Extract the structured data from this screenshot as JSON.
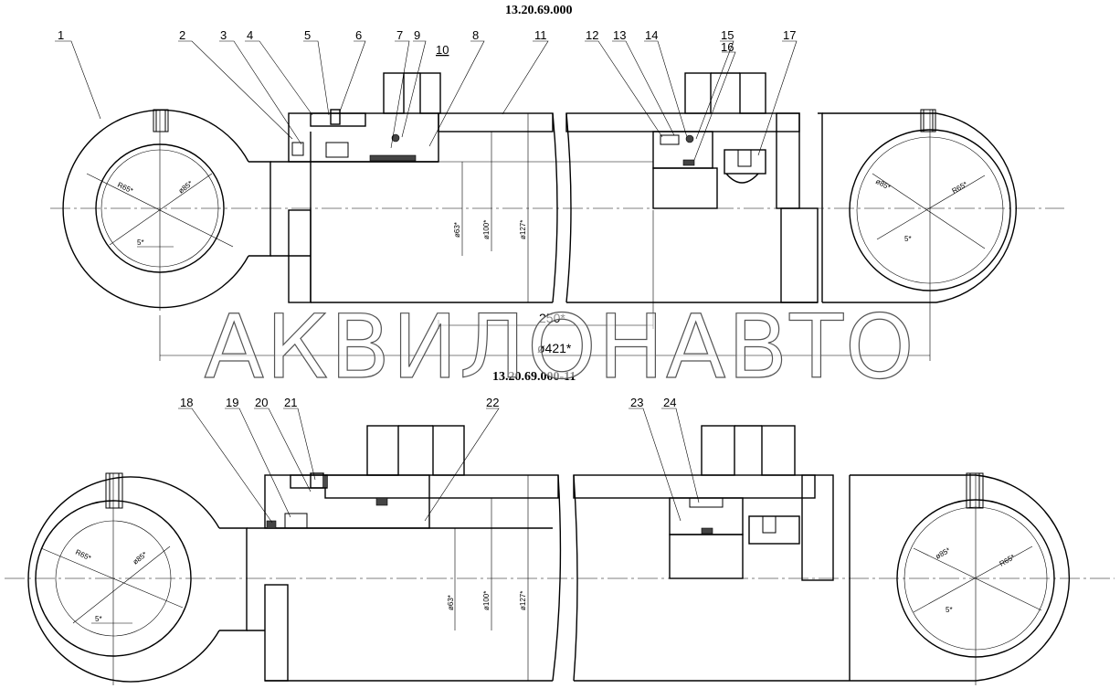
{
  "top_view": {
    "title": "13.20.69.000",
    "callouts": [
      "1",
      "2",
      "3",
      "4",
      "5",
      "6",
      "7",
      "9",
      "10",
      "8",
      "11",
      "12",
      "13",
      "14",
      "15",
      "16",
      "17"
    ],
    "dims": {
      "r_left": "R65*",
      "d_left": "ø85*",
      "angle_left": "5*",
      "d_rod": "ø63*",
      "d_bore": "ø100*",
      "d_outer": "ø127*",
      "d_right": "ø85*",
      "r_right": "R65*",
      "angle_right": "5*",
      "stroke": "250*",
      "length": "ø421*"
    }
  },
  "bottom_view": {
    "title": "13.20.69.000-11",
    "callouts": [
      "18",
      "19",
      "20",
      "21",
      "22",
      "23",
      "24"
    ],
    "dims": {
      "r_left": "R65*",
      "d_left": "ø85*",
      "angle_left": "5*",
      "d_rod": "ø63*",
      "d_bore": "ø100*",
      "d_outer": "ø127*",
      "d_right": "ø85*",
      "r_right": "R65*",
      "angle_right": "5*"
    }
  },
  "watermark": "АКВИЛОНАВТО"
}
